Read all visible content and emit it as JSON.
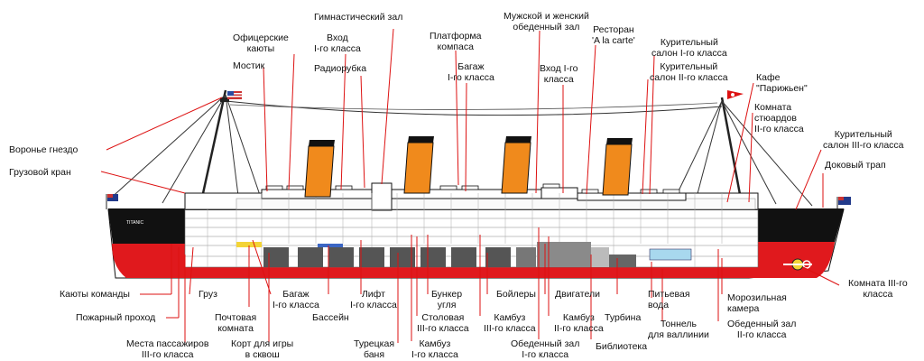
{
  "labels": {
    "gym": [
      "Гимнастический зал"
    ],
    "officers": [
      "Офицерские",
      "каюты"
    ],
    "entrance1_top": [
      "Вход",
      "I-го класса"
    ],
    "radio": [
      "Радиорубка"
    ],
    "bridge": [
      "Мостик"
    ],
    "compass": [
      "Платформа",
      "компаса"
    ],
    "baggage1_top": [
      "Багаж",
      "I-го класса"
    ],
    "dining_mixed": [
      "Мужской и женский",
      "обеденный зал"
    ],
    "entrance1_mid": [
      "Вход I-го",
      "класса"
    ],
    "restaurant": [
      "Ресторан",
      "'A la carte'"
    ],
    "smoke1": [
      "Курительный",
      "салон I-го класса"
    ],
    "smoke2": [
      "Курительный",
      "салон II-го класса"
    ],
    "cafe": [
      "Кафе",
      "\"Парижьен\""
    ],
    "stewards": [
      "Комната",
      "стюардов",
      "II-го класса"
    ],
    "smoke3": [
      "Курительный",
      "салон III-го класса"
    ],
    "crows_nest": [
      "Воронье гнездо"
    ],
    "crane": [
      "Грузовой кран"
    ],
    "dock": [
      "Доковый трап"
    ],
    "crew": [
      "Каюты команды"
    ],
    "fire": [
      "Пожарный проход"
    ],
    "berths3": [
      "Места пассажиров",
      "III-го класса"
    ],
    "cargo": [
      "Груз"
    ],
    "mail": [
      "Почтовая",
      "комната"
    ],
    "squash": [
      "Корт для игры",
      "в сквош"
    ],
    "baggage1_bot": [
      "Багаж",
      "I-го класса"
    ],
    "pool": [
      "Бассейн"
    ],
    "lift": [
      "Лифт",
      "I-го класса"
    ],
    "turkish": [
      "Турецкая",
      "баня"
    ],
    "galley1": [
      "Камбуз",
      "I-го класса"
    ],
    "bunker": [
      "Бункер",
      "угля"
    ],
    "dining3": [
      "Столовая",
      "III-го класса"
    ],
    "galley3": [
      "Камбуз",
      "III-го класса"
    ],
    "boilers": [
      "Бойлеры"
    ],
    "engines": [
      "Двигатели"
    ],
    "galley2": [
      "Камбуз",
      "II-го класса"
    ],
    "dining1": [
      "Обеденный зал",
      "I-го класса"
    ],
    "library": [
      "Библиотека"
    ],
    "turbine": [
      "Турбина"
    ],
    "water": [
      "Питьевая",
      "вода"
    ],
    "shaft": [
      "Тоннель",
      "для валлинии"
    ],
    "freezer": [
      "Морозильная",
      "камера"
    ],
    "dining2": [
      "Обеденный зал",
      "II-го класса"
    ],
    "room3": [
      "Комната III-го",
      "класса"
    ]
  },
  "ship_name": "TITANIC",
  "colors": {
    "hull": "#111111",
    "boot_top": "#e0191d",
    "funnel": "#f08a1c",
    "funnel_top": "#111111",
    "leader": "#d11111",
    "water_tank": "#a8d8ee",
    "mail_room": "#f3d437",
    "pool": "#3b66c4"
  }
}
